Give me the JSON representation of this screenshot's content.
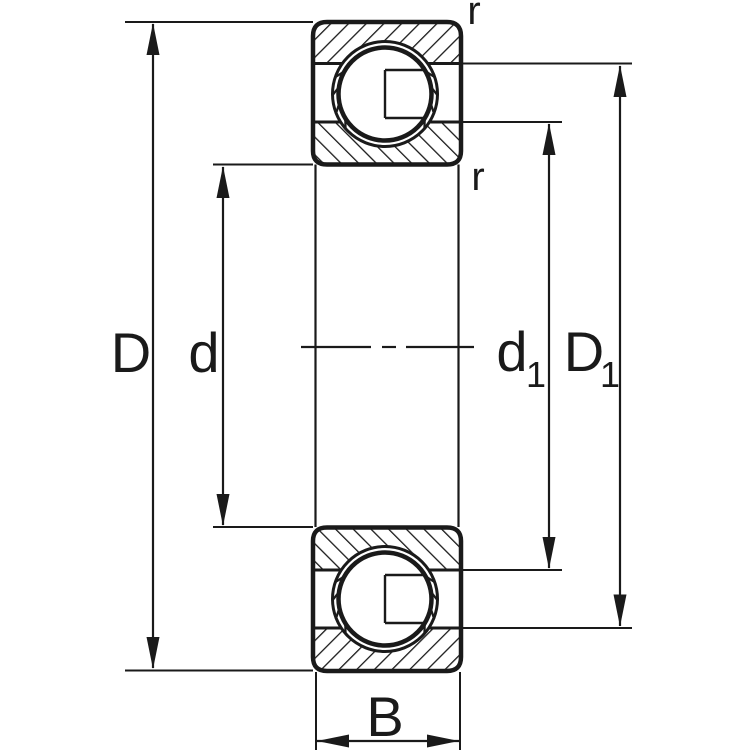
{
  "figure": {
    "type": "bearing-cross-section-drawing",
    "description": "Deep groove ball bearing sectional drawing with dimension lines"
  },
  "labels": {
    "outer_diameter": "D",
    "bore_diameter": "d",
    "inner_shoulder_base": "d",
    "inner_shoulder_sub": "1",
    "outer_shoulder_base": "D",
    "outer_shoulder_sub": "1",
    "width": "B",
    "radius_outer": "r",
    "radius_inner": "r"
  },
  "colors": {
    "ink": "#1a1a1a",
    "paper": "#ffffff"
  }
}
